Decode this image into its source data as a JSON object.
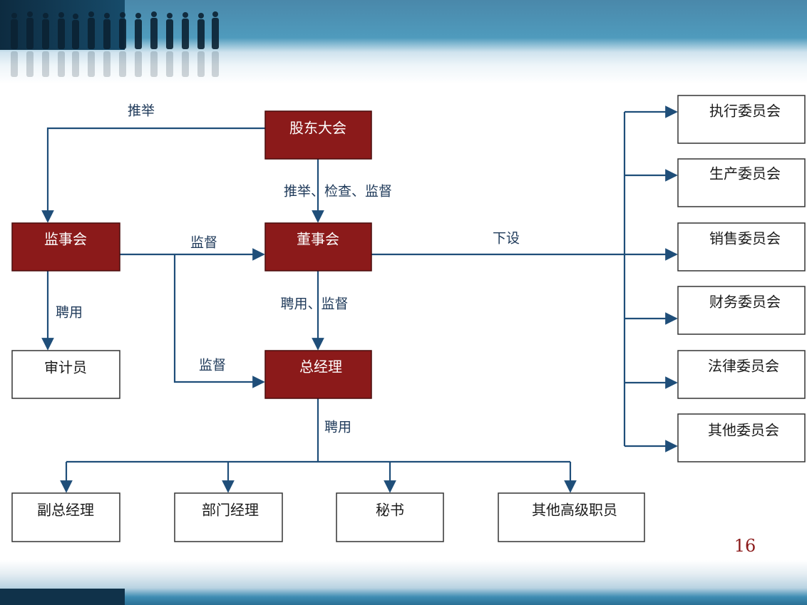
{
  "nodes": {
    "shareholders_meeting": "股东大会",
    "supervisory_board": "监事会",
    "board_of_directors": "董事会",
    "general_manager": "总经理",
    "auditor": "审计员",
    "deputy_general_manager": "副总经理",
    "department_manager": "部门经理",
    "secretary": "秘书",
    "other_senior_staff": "其他高级职员",
    "executive_committee": "执行委员会",
    "production_committee": "生产委员会",
    "sales_committee": "销售委员会",
    "finance_committee": "财务委员会",
    "legal_committee": "法律委员会",
    "other_committee": "其他委员会"
  },
  "edges": {
    "elect": "推举",
    "elect_inspect_supervise": "推举、检查、监督",
    "supervise_board": "监督",
    "supervise_gm": "监督",
    "hire_auditor": "聘用",
    "hire_supervise": "聘用、监督",
    "hire_staff": "聘用",
    "establish": "下设"
  },
  "page_number": "16",
  "colors": {
    "dark_node_fill": "#8b1a1a",
    "light_node_fill": "#ffffff",
    "connector": "#1f4e79"
  }
}
